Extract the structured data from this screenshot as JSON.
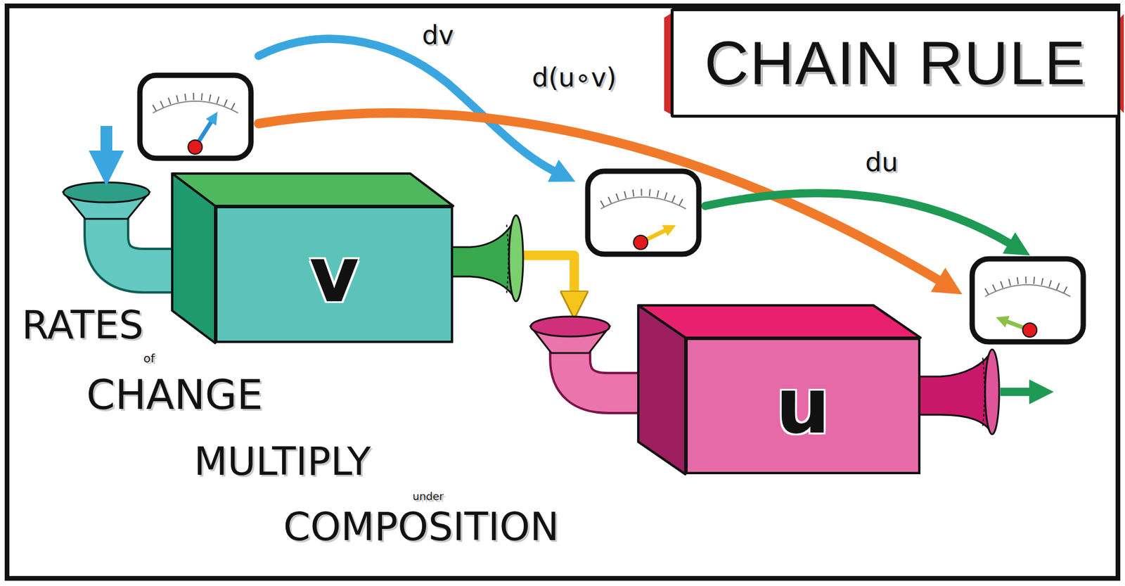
{
  "diagram": {
    "title": "CHAIN RULE",
    "nodes": [
      {
        "text": [
          "v"
        ]
      },
      {
        "text": [
          "u"
        ]
      }
    ],
    "edges": [
      {
        "from": 0,
        "to": 1,
        "arrow": "to"
      }
    ],
    "labels": [
      "dv",
      "d(u∘v)",
      "du",
      "RATES",
      "of",
      "CHANGE",
      "MULTIPLY",
      "under",
      "COMPOSITION"
    ]
  }
}
